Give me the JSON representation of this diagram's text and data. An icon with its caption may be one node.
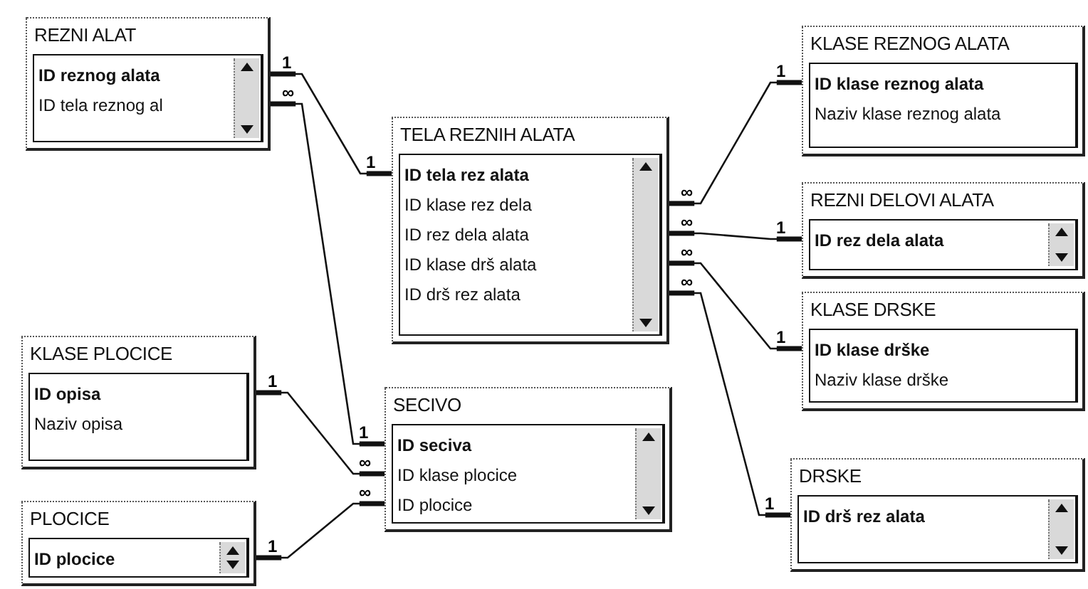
{
  "diagram": {
    "nodes": [
      {
        "text": [
          "REZNI ALAT",
          "ID reznog alata",
          "ID tela reznog al"
        ]
      },
      {
        "text": [
          "TELA REZNIH ALATA",
          "ID tela rez alata",
          "ID klase rez dela",
          "ID rez dela alata",
          "ID klase drš alata",
          "ID drš rez alata"
        ]
      },
      {
        "text": [
          "KLASE REZNOG ALATA",
          "ID klase reznog alata",
          "Naziv klase reznog alata"
        ]
      },
      {
        "text": [
          "REZNI DELOVI ALATA",
          "ID rez dela alata"
        ]
      },
      {
        "text": [
          "KLASE DRSKE",
          "ID klase drške",
          "Naziv klase drške"
        ]
      },
      {
        "text": [
          "KLASE PLOCICE",
          "ID opisa",
          "Naziv opisa"
        ]
      },
      {
        "text": [
          "SECIVO",
          "ID seciva",
          "ID klase plocice",
          "ID plocice"
        ]
      },
      {
        "text": [
          "PLOCICE",
          "ID plocice"
        ]
      },
      {
        "text": [
          "DRSKE",
          "ID drš rez alata"
        ]
      }
    ],
    "edges": [
      {
        "from": 0,
        "to": 1,
        "arrow": "none"
      },
      {
        "from": 0,
        "to": 6,
        "arrow": "none"
      },
      {
        "from": 1,
        "to": 2,
        "arrow": "none"
      },
      {
        "from": 1,
        "to": 3,
        "arrow": "none"
      },
      {
        "from": 1,
        "to": 4,
        "arrow": "none"
      },
      {
        "from": 1,
        "to": 8,
        "arrow": "none"
      },
      {
        "from": 5,
        "to": 6,
        "arrow": "none"
      },
      {
        "from": 7,
        "to": 6,
        "arrow": "none"
      }
    ],
    "labels": [
      "1",
      "1",
      "∞",
      "1",
      "∞",
      "1",
      "∞",
      "1",
      "∞",
      "1",
      "∞",
      "1",
      "1",
      "∞",
      "1",
      "∞"
    ]
  }
}
